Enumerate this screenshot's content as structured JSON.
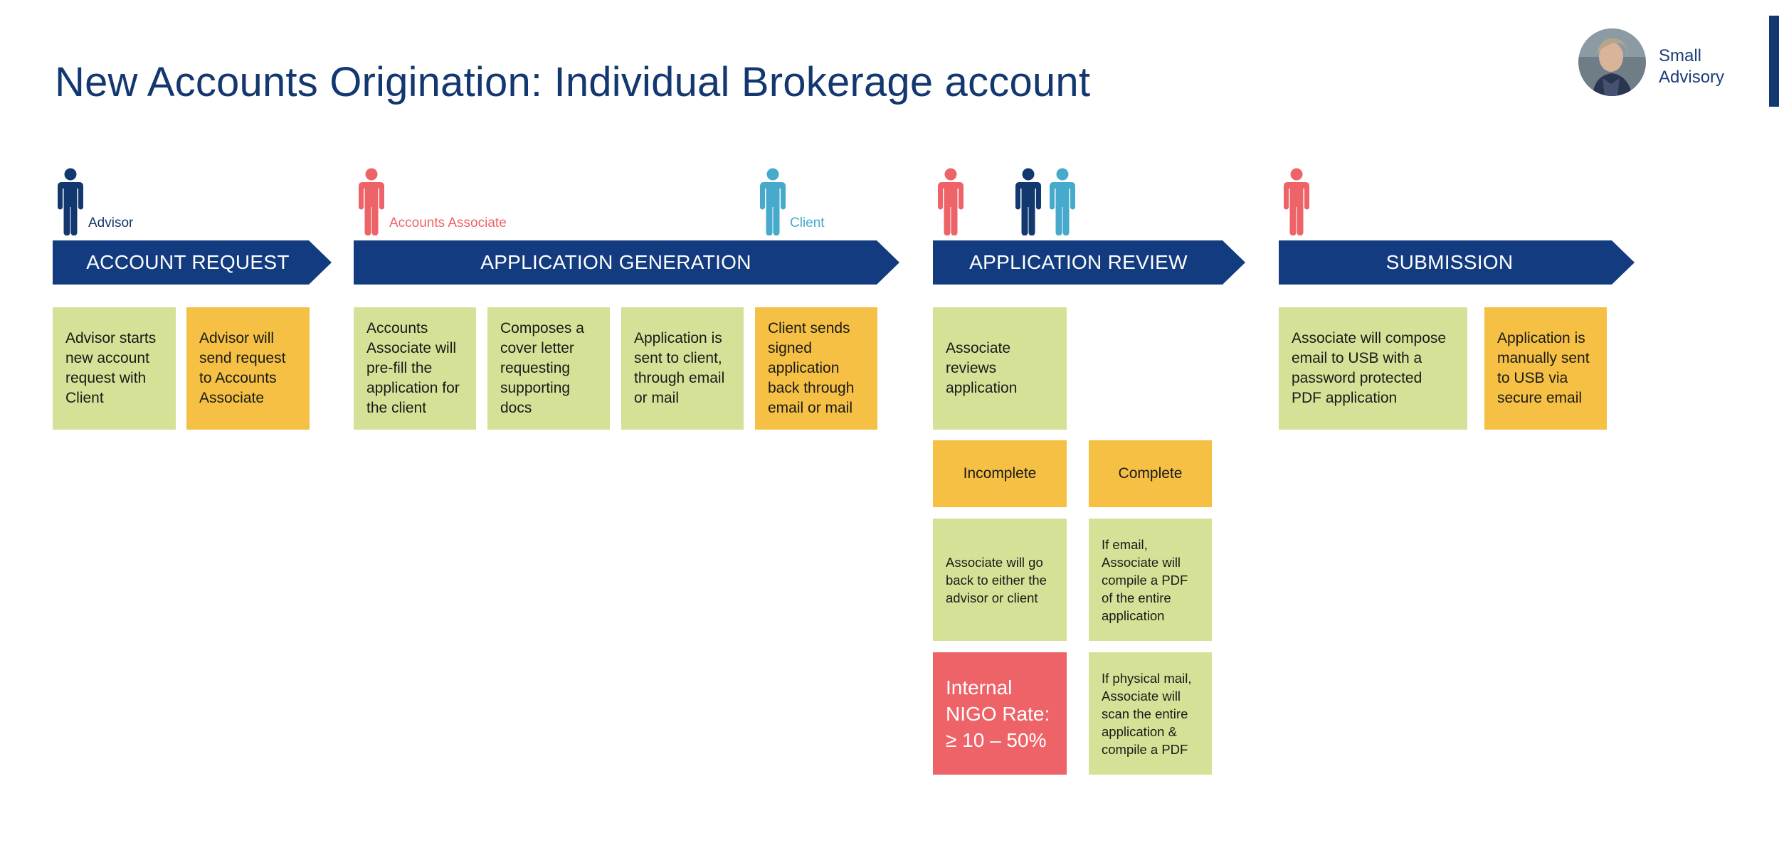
{
  "page": {
    "title": "New Accounts Origination: Individual Brokerage account",
    "brand_line1": "Small",
    "brand_line2": "Advisory"
  },
  "colors": {
    "navy": "#13376f",
    "stage_blue": "#133b7f",
    "associate_red": "#ee6367",
    "client_blue": "#47a9cb",
    "green_card": "#d5e196",
    "yellow_card": "#f5c043",
    "red_card": "#ee6367"
  },
  "roles": {
    "advisor": "Advisor",
    "associate": "Accounts Associate",
    "client": "Client"
  },
  "stages": {
    "s1": "ACCOUNT REQUEST",
    "s2": "APPLICATION GENERATION",
    "s3": "APPLICATION REVIEW",
    "s4": "SUBMISSION"
  },
  "cards": {
    "c1": "Advisor starts new account request with Client",
    "c2": "Advisor will send request to Accounts Associate",
    "c3": "Accounts Associate will pre-fill the application for the client",
    "c4": "Composes a cover letter requesting supporting docs",
    "c5": "Application is sent to client, through email or mail",
    "c6": "Client sends signed application back through email or mail",
    "c7": "Associate reviews application",
    "incomplete": "Incomplete",
    "complete": "Complete",
    "c8": "Associate will go back to either the advisor or client",
    "c9": "If email, Associate will compile a PDF of the entire application",
    "nigo_line1": "Internal",
    "nigo_line2": "NIGO Rate:",
    "nigo_line3": "≥ 10 – 50%",
    "c10": "If physical mail, Associate will scan the entire application & compile a PDF",
    "c11": "Associate will compose email to USB with a password protected PDF application",
    "c12": "Application is manually sent to USB via secure email"
  },
  "icons": [
    "person-icon",
    "avatar-photo"
  ]
}
